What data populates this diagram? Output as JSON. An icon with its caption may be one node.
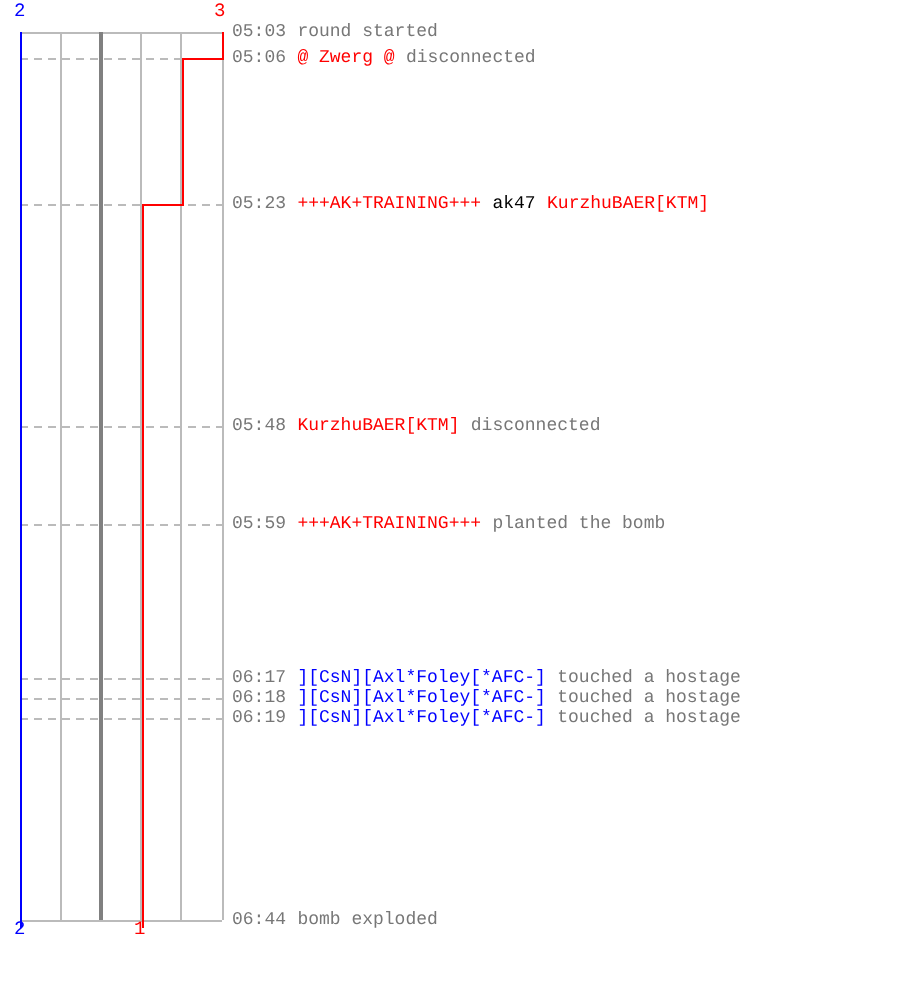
{
  "diagram": {
    "labels": [
      "2",
      "3",
      "05:03",
      "round started",
      "05:06",
      "@ Zwerg @",
      "disconnected",
      "05:23",
      "+++AK+TRAINING+++",
      "ak47",
      "KurzhuBAER[KTM]",
      "05:48",
      "KurzhuBAER[KTM]",
      "disconnected",
      "05:59",
      "+++AK+TRAINING+++",
      "planted the bomb",
      "06:17",
      "][CsN][Axl*Foley[*AFC-]",
      "touched a hostage",
      "06:18",
      "][CsN][Axl*Foley[*AFC-]",
      "touched a hostage",
      "06:19",
      "][CsN][Axl*Foley[*AFC-]",
      "touched a hostage",
      "2",
      "1",
      "06:44",
      "bomb exploded"
    ]
  }
}
